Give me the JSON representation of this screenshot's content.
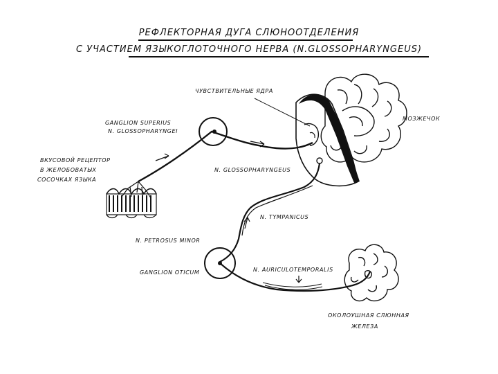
{
  "title": {
    "line1": "РЕФЛЕКТОРНАЯ ДУГА СЛЮНООТДЕЛЕНИЯ",
    "line2": "С УЧАСТИЕМ  ЯЗЫКОГЛОТОЧНОГО НЕРВА (N.GLOSSOPHARYNGEUS)"
  },
  "labels": {
    "sensory_nuclei": "ЧУВСТВИТЕЛЬНЫЕ ЯДРА",
    "cerebellum": "МОЗЖЕЧОК",
    "ganglion_superius_1": "GANGLION SUPERIUS",
    "ganglion_superius_2": "N. GLOSSOPHARYNGEI",
    "taste_receptor_1": "ВКУСОВОЙ РЕЦЕПТОР",
    "taste_receptor_2": "В ЖЕЛОБОВАТЫХ",
    "taste_receptor_3": "СОСОЧКАХ ЯЗЫКА",
    "n_glossopharyngeus": "N. GLOSSOPHARYNGEUS",
    "n_tympanicus": "N. TYMPANICUS",
    "n_petrosus_minor": "N. PETROSUS MINOR",
    "ganglion_oticum": "GANGLION  OTICUM",
    "n_auriculotemporalis": "N. AURICULOTEMPORALIS",
    "parotid_1": "ОКОЛОУШНАЯ  СЛЮННАЯ",
    "parotid_2": "ЖЕЛЕЗА"
  }
}
